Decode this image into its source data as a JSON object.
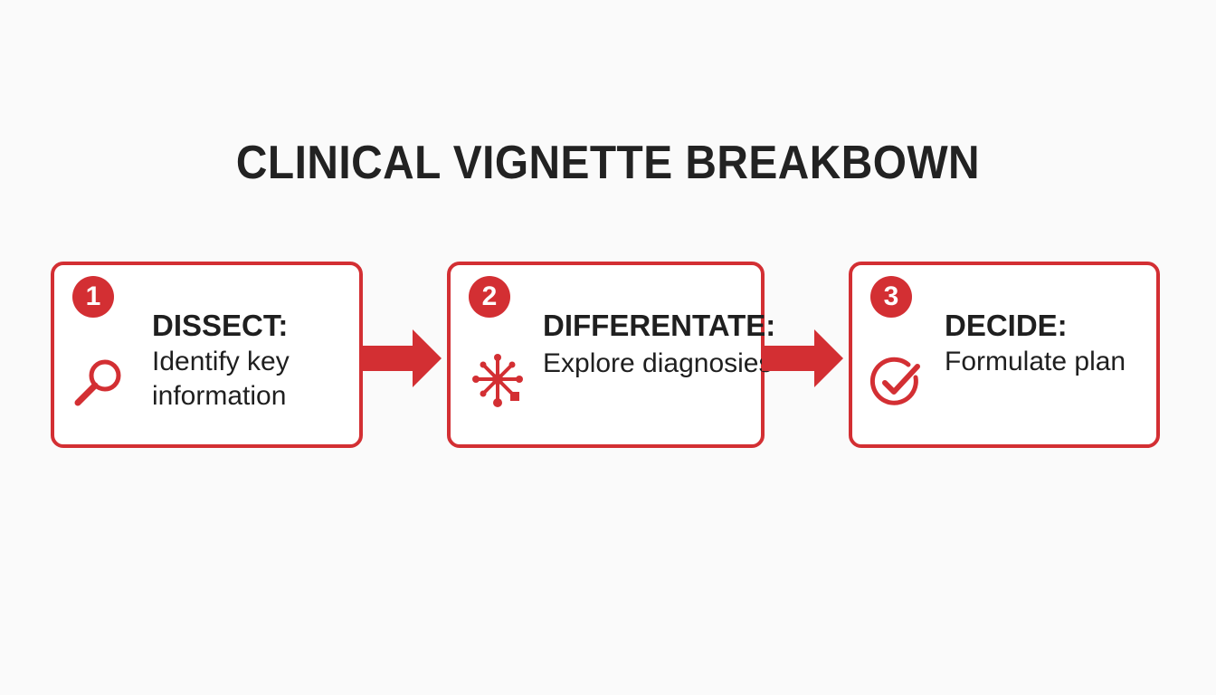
{
  "title": "CLINICAL VIGNETTE BREAKBOWN",
  "colors": {
    "accent": "#d32f33",
    "text": "#1f1f1f",
    "background": "#fafafa"
  },
  "steps": [
    {
      "number": "1",
      "title": "DISSECT:",
      "description": "Identify key information",
      "icon": "magnifying-glass-icon"
    },
    {
      "number": "2",
      "title": "DIFFERENTATE:",
      "description": "Explore diagnosies",
      "icon": "branching-network-icon"
    },
    {
      "number": "3",
      "title": "DECIDE:",
      "description": "Formulate plan",
      "icon": "circle-check-icon"
    }
  ]
}
